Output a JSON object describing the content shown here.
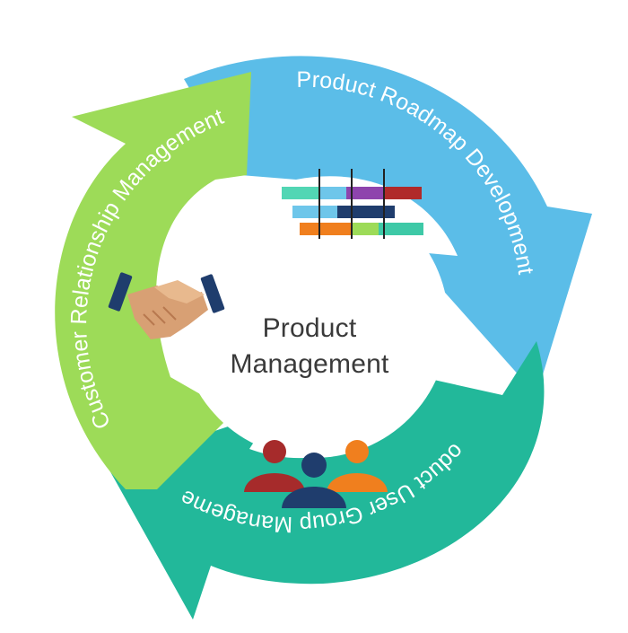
{
  "center": {
    "line1": "Product",
    "line2": "Management"
  },
  "segments": [
    {
      "label": "Product Roadmap Development",
      "color": "#5bbde8"
    },
    {
      "label": "Product User Group Management",
      "color": "#22b89a"
    },
    {
      "label": "Customer Relationship Management",
      "color": "#9ddb58"
    }
  ],
  "icons": {
    "roadmap": "gantt-chart-icon",
    "user_group": "user-group-icon",
    "crm": "handshake-icon"
  }
}
